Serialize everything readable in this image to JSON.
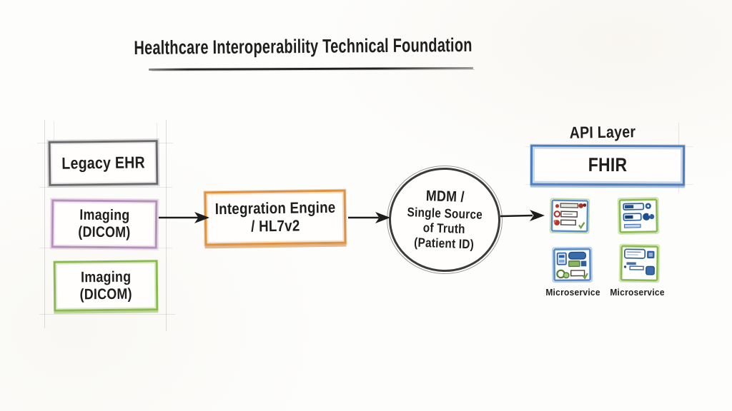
{
  "title": "Healthcare Interoperability Technical Foundation",
  "source_boxes": [
    {
      "line1": "Legacy EHR",
      "line2": ""
    },
    {
      "line1": "Imaging",
      "line2": "(DICOM)"
    },
    {
      "line1": "Imaging",
      "line2": "(DICOM)"
    }
  ],
  "integration_engine": {
    "line1": "Integration Engine",
    "line2": "/ HL7v2"
  },
  "mdm": {
    "line1": "MDM /",
    "line2": "Single Source",
    "line3": "of Truth",
    "line4": "(Patient ID)"
  },
  "api_layer": {
    "heading": "API Layer",
    "box_label": "FHIR"
  },
  "microservices": {
    "label_left": "Microservice",
    "label_right": "Microservice"
  },
  "icon_names": [
    "microservice-icon-alerts",
    "microservice-icon-data",
    "microservice-icon-services",
    "microservice-icon-docs"
  ],
  "colors": {
    "ink": "#1e1e1e",
    "legacy_border": "#6b6a6d",
    "imaging_dicom_border": "#b691bb",
    "imaging_dicom_green_border": "#8cba52",
    "integration_border": "#df923f",
    "fhir_border": "#4d7fc0",
    "icon_blue": "#2d5f9f",
    "icon_red": "#b23a2a",
    "icon_green": "#6f9c3e"
  }
}
